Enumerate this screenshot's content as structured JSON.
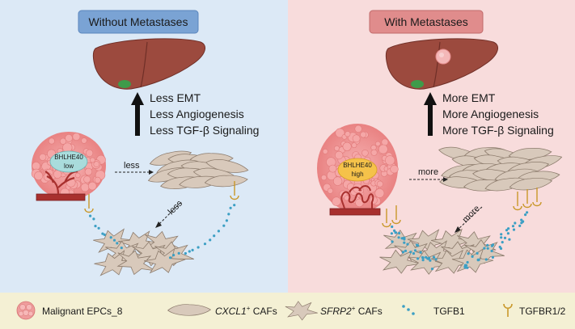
{
  "left": {
    "title": "Without Metastases",
    "effects": [
      "Less EMT",
      "Less Angiogenesis",
      "Less TGF-β Signaling"
    ],
    "tumor_label_1": "BHLHE40",
    "tumor_label_2": "low",
    "arrow_label_1": "less",
    "arrow_label_2": "less"
  },
  "right": {
    "title": "With Metastases",
    "effects": [
      "More EMT",
      "More Angiogenesis",
      "More TGF-β Signaling"
    ],
    "tumor_label_1": "BHLHE40",
    "tumor_label_2": "high",
    "arrow_label_1": "more",
    "arrow_label_2": "more"
  },
  "legend": {
    "epc_label": "Malignant EPCs_8",
    "cxcl1_gene": "CXCL1",
    "cxcl1_sup": "+",
    "cxcl1_suffix": " CAFs",
    "sfrp2_gene": "SFRP2",
    "sfrp2_sup": "+",
    "sfrp2_suffix": " CAFs",
    "tgfb1_label": "TGFB1",
    "receptor_label": "TGFBR1/2"
  },
  "colors": {
    "left_bg": "#dce9f6",
    "right_bg": "#f8dcdc",
    "legend_bg": "#f4f0d4",
    "left_title_bg": "#7aa3d4",
    "right_title_bg": "#e08c8c",
    "liver": "#9c4a3e",
    "gallbladder": "#3e9b4a",
    "tumor": "#f29a9a",
    "caf": "#d8c9bb",
    "caf_stroke": "#8c7b6c",
    "tgfb1_dot": "#3c9fc4",
    "receptor": "#c9982a",
    "vessel": "#a8302e"
  }
}
